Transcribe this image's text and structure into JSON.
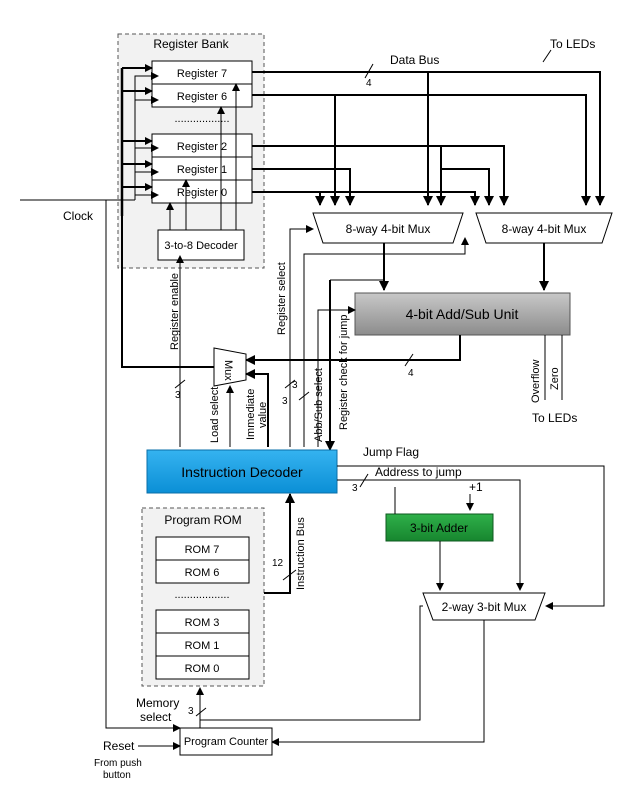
{
  "register_bank": {
    "title": "Register Bank",
    "registers": [
      "Register 7",
      "Register 6",
      "Register 2",
      "Register 1",
      "Register 0"
    ],
    "ellipsis": "..................",
    "decoder": "3-to-8 Decoder"
  },
  "program_rom": {
    "title": "Program ROM",
    "roms": [
      "ROM 7",
      "ROM 6",
      "ROM 3",
      "ROM 1",
      "ROM 0"
    ],
    "ellipsis": ".................."
  },
  "muxes": {
    "mux_a": "8-way 4-bit Mux",
    "mux_b": "8-way 4-bit Mux",
    "mux_small": "Mux",
    "mux_2way": "2-way 3-bit Mux"
  },
  "units": {
    "add_sub": "4-bit Add/Sub Unit",
    "instruction_decoder": "Instruction Decoder",
    "adder": "3-bit Adder",
    "program_counter": "Program Counter"
  },
  "labels": {
    "data_bus": "Data Bus",
    "to_leds_top": "To LEDs",
    "clock": "Clock",
    "register_enable": "Register enable",
    "register_select": "Register select",
    "register_check": "Register check for jump",
    "abb_sub": "Abb/Sub select",
    "load_select": "Load select",
    "immediate_1": "Immediate",
    "immediate_2": "value",
    "overflow": "Overflow",
    "zero": "Zero",
    "to_leds_bottom": "To LEDs",
    "jump_flag": "Jump Flag",
    "address_to_jump": "Address to jump",
    "plus_one": "+1",
    "instruction_bus": "Instruction Bus",
    "memory_select_1": "Memory",
    "memory_select_2": "select",
    "reset": "Reset",
    "from_push_1": "From push",
    "from_push_2": "button"
  },
  "bus_widths": {
    "data_bus": "4",
    "add_sub_out": "4",
    "reg_enable": "3",
    "reg_select_a": "3",
    "reg_select_b": "3",
    "address": "3",
    "instruction": "12",
    "memory": "3"
  },
  "colors": {
    "instruction_decoder": "#1a9de0",
    "adder": "#1e9a3c",
    "add_sub": "#a6a6a6",
    "bank_bg": "#f2f2f2"
  }
}
